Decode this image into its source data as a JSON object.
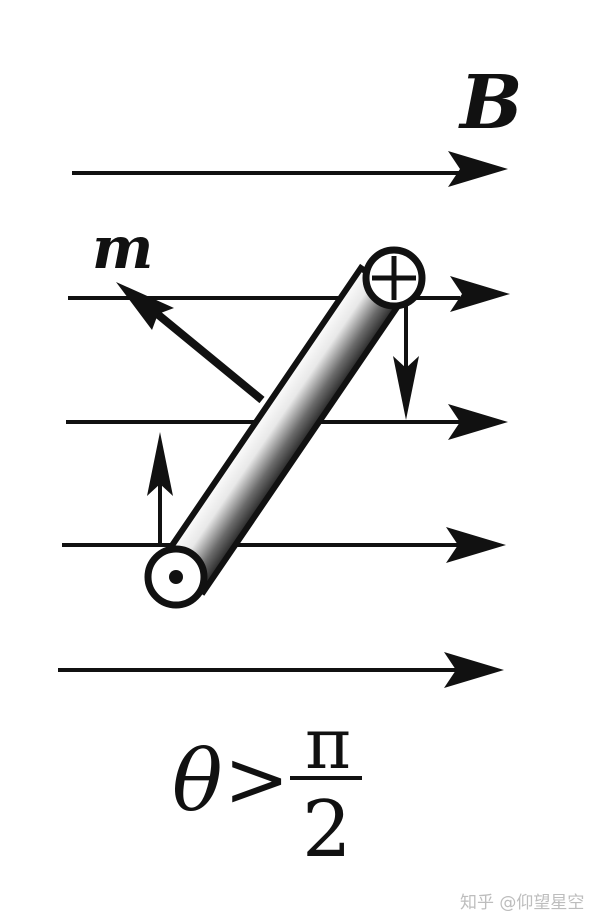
{
  "diagram": {
    "field_label": "B",
    "moment_label": "m",
    "formula": {
      "theta": "θ",
      "relation": ">",
      "numerator": "π",
      "denominator": "2"
    }
  },
  "watermark": {
    "text": "知乎 @仰望星空"
  },
  "colors": {
    "ink": "#111111",
    "watermark": "#bdbdbd"
  }
}
